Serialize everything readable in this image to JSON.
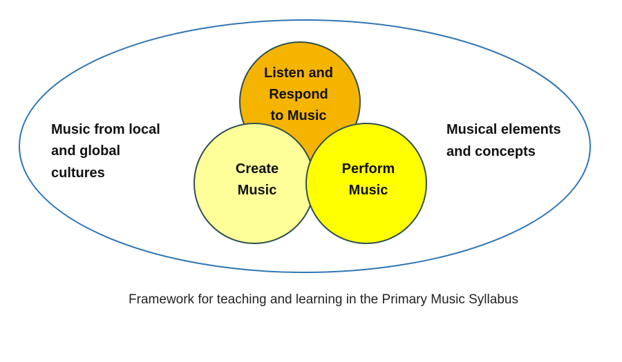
{
  "diagram": {
    "outer_context": {
      "left_label": [
        "Music from local",
        "and global",
        "cultures"
      ],
      "right_label": [
        "Musical elements",
        "and concepts"
      ]
    },
    "circles": [
      {
        "id": "listen",
        "lines": [
          "Listen and",
          "Respond",
          "to Music"
        ],
        "fill": "#F5B400"
      },
      {
        "id": "create",
        "lines": [
          "Create",
          "Music"
        ],
        "fill": "#FFFF99"
      },
      {
        "id": "perform",
        "lines": [
          "Perform",
          "Music"
        ],
        "fill": "#FFFF00"
      }
    ],
    "caption": "Framework for teaching and learning in the Primary Music Syllabus"
  },
  "colors": {
    "ellipse_stroke": "#2E75B6",
    "circle_stroke": "#2F4F4F",
    "text": "#111111"
  }
}
